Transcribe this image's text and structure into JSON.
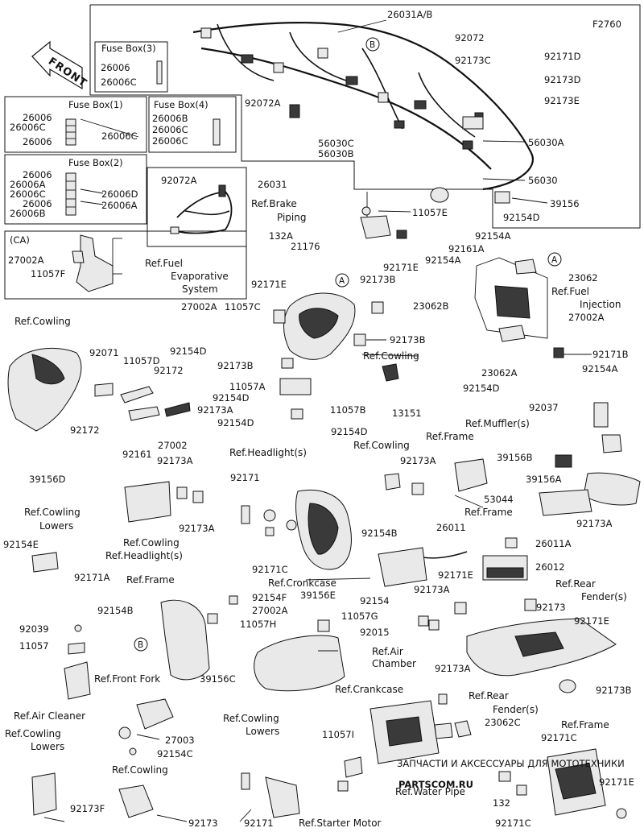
{
  "figure_code": "F2760",
  "front_label": "FRONT",
  "fuse_boxes": {
    "fb3": {
      "title": "Fuse Box(3)",
      "parts": [
        "26006",
        "26006C"
      ]
    },
    "fb1": {
      "title": "Fuse Box(1)",
      "parts": [
        "26006",
        "26006C",
        "26006",
        "26006C"
      ]
    },
    "fb4": {
      "title": "Fuse Box(4)",
      "parts": [
        "26006B",
        "26006C",
        "26006C"
      ]
    },
    "fb2": {
      "title": "Fuse Box(2)",
      "parts": [
        "26006",
        "26006A",
        "26006C",
        "26006",
        "26006B",
        "26006D",
        "26006A"
      ]
    }
  },
  "ca_box": {
    "title": "(CA)",
    "labels": [
      "27002A",
      "11057F",
      "Ref.Fuel",
      "Evaporative",
      "System"
    ]
  },
  "sub_harness_box": {
    "labels": [
      "92072A",
      "26031"
    ]
  },
  "callouts": {
    "c001": "26031A/B",
    "c002": "92072",
    "c003": "92173C",
    "c004": "92171D",
    "c005": "92173D",
    "c006": "92173E",
    "c007": "92072A",
    "c008": "56030C",
    "c009": "56030B",
    "c010": "56030A",
    "c011": "56030",
    "c012": "39156",
    "c013": "Ref.Brake",
    "c014": "Piping",
    "c015": "11057E",
    "c016": "92171E",
    "c017": "92154D",
    "c018": "92154A",
    "c019": "92161A",
    "c020": "92154A",
    "c021": "23062",
    "c022": "Ref.Fuel",
    "c023": "Injection",
    "c024": "23062B",
    "c025": "27002A",
    "c026": "92171B",
    "c027": "92154A",
    "c028": "23062A",
    "c029": "92154D",
    "c030": "132A",
    "c031": "21176",
    "c032": "92171E",
    "c033": "92173B",
    "c034": "27002A",
    "c035": "11057C",
    "c036": "92154D",
    "c037": "92173B",
    "c038": "Ref.Cowling",
    "c039": "92173B",
    "c040": "13151",
    "c041": "11057A",
    "c042": "92154D",
    "c043": "92173A",
    "c044": "92154D",
    "c045": "11057B",
    "c046": "92154D",
    "c047": "Ref.Cowling",
    "c048": "92071",
    "c049": "11057D",
    "c050": "92172",
    "c051": "92172",
    "c052": "92161",
    "c053": "27002",
    "c054": "39156D",
    "c055": "92037",
    "c056": "Ref.Muffler(s)",
    "c057": "39156B",
    "c058": "39156A",
    "c059": "92173A",
    "c060": "Ref.Cowling",
    "c061": "Ref.Frame",
    "c062": "92173A",
    "c063": "53044",
    "c064": "Ref.Frame",
    "c065": "92173A",
    "c066": "Ref.Headlight(s)",
    "c067": "92171",
    "c068": "92173A",
    "c069": "Ref.Cowling",
    "c070": "Ref.Headlight(s)",
    "c071": "92171C",
    "c072": "Ref.Cowling",
    "c073": "Lowers",
    "c074": "92154E",
    "c075": "92171A",
    "c076": "92154B",
    "c077": "26011",
    "c078": "26011A",
    "c079": "26012",
    "c080": "92171E",
    "c081": "Ref.Rear",
    "c082": "Fender(s)",
    "c083": "Ref.Cronkcase",
    "c084": "39156E",
    "c085": "92173A",
    "c086": "92154",
    "c087": "11057G",
    "c088": "92015",
    "c089": "92173",
    "c090": "92171E",
    "c091": "Ref.Frame",
    "c092": "92154F",
    "c093": "27002A",
    "c094": "11057H",
    "c095": "92154B",
    "c096": "92039",
    "c097": "11057",
    "c098": "Ref.Air",
    "c099": "Chamber",
    "c100": "39156C",
    "c101": "Ref.Front Fork",
    "c102": "Ref.Air Cleaner",
    "c103": "27003",
    "c104": "92154C",
    "c105": "Ref.Crankcase",
    "c106": "92173A",
    "c107": "23062C",
    "c108": "92173B",
    "c109": "Ref.Rear",
    "c110": "Fender(s)",
    "c111": "Ref.Frame",
    "c112": "92171C",
    "c113": "Ref.Cowling",
    "c114": "Lowers",
    "c115": "Ref.Cowling",
    "c116": "Lowers",
    "c117": "11057I",
    "c118": "Ref.Cowling",
    "c119": "92173F",
    "c120": "92173",
    "c121": "92171",
    "c122": "Ref.Starter Motor",
    "c123": "Ref.Water Pipe",
    "c124": "132",
    "c125": "92171C",
    "c126": "92171E"
  },
  "markers": {
    "a": "A",
    "b": "B"
  },
  "watermark": {
    "line1": "ЗАПЧАСТИ И АКСЕССУАРЫ ДЛЯ МОТОТЕХНИКИ",
    "line2": "PARTSCOM.RU"
  }
}
